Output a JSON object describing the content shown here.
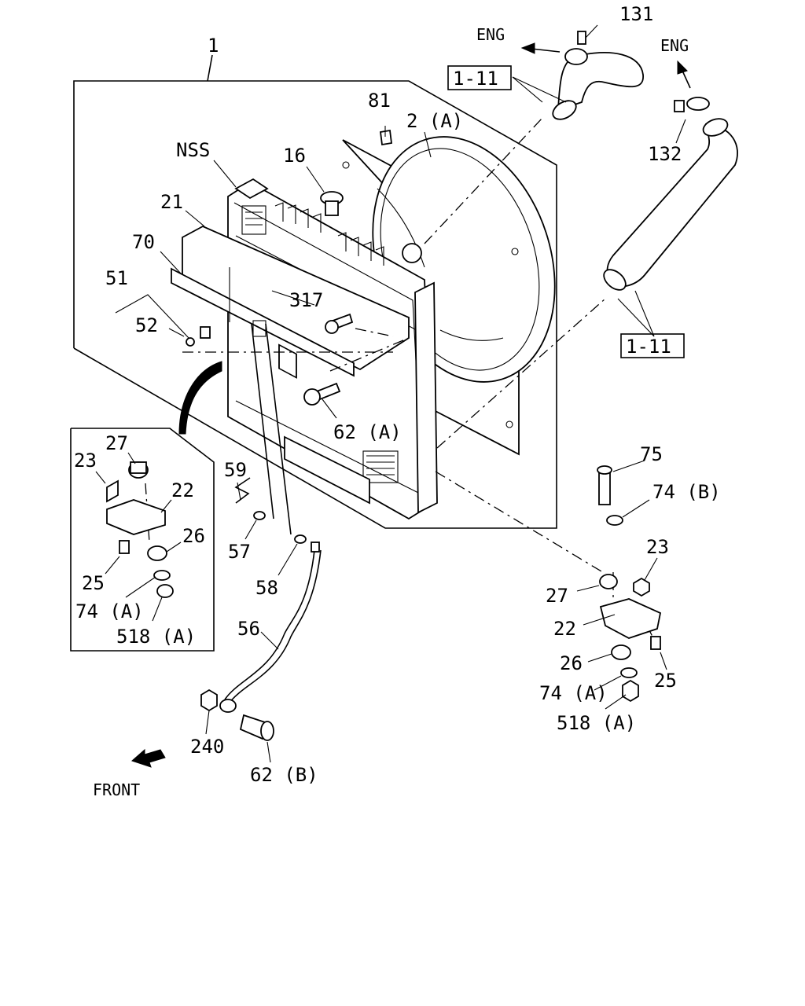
{
  "labels": {
    "assembly": "1",
    "fan_shroud": "2 (A)",
    "cap": "16",
    "nss": "NSS",
    "tank": "21",
    "deflector": "70",
    "bolt_317": "317",
    "group_51": "51",
    "bolt_52": "52",
    "screw_81": "81",
    "bolt_62a": "62 (A)",
    "hose_131": "131",
    "hose_132": "132",
    "ref_top": "1-11",
    "ref_right": "1-11",
    "eng_left": "ENG",
    "eng_right": "ENG",
    "inset_27": "27",
    "inset_23": "23",
    "inset_22": "22",
    "inset_26": "26",
    "inset_25": "25",
    "inset_74a": "74 (A)",
    "inset_518a": "518 (A)",
    "clip_59": "59",
    "washer_57": "57",
    "washer_58": "58",
    "rod_56": "56",
    "nut_240": "240",
    "bolt_62b": "62 (B)",
    "front": "FRONT",
    "bolt_75": "75",
    "washer_74b": "74 (B)",
    "r_23": "23",
    "r_27": "27",
    "r_22": "22",
    "r_26": "26",
    "r_25": "25",
    "r_74a": "74 (A)",
    "r_518a": "518 (A)"
  },
  "icons": [
    "arrow-eng-left-icon",
    "arrow-eng-right-icon",
    "arrow-front-icon",
    "curved-arrow-icon"
  ]
}
